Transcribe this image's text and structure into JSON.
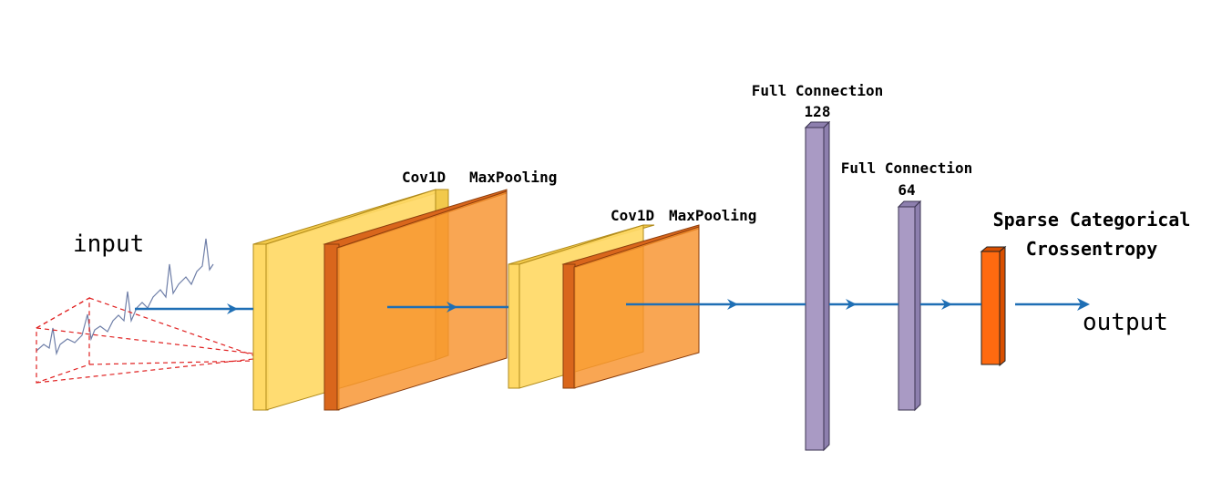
{
  "labels": {
    "input": "input",
    "conv1": "Cov1D",
    "pool1": "MaxPooling",
    "conv2": "Cov1D",
    "pool2": "MaxPooling",
    "fc1_title": "Full Connection",
    "fc1_units": "128",
    "fc2_title": "Full Connection",
    "fc2_units": "64",
    "loss_line1": "Sparse Categorical",
    "loss_line2": "Crossentropy",
    "output": "output"
  },
  "colors": {
    "conv_face": "#ffd966",
    "conv_side": "#f2c94c",
    "pool_face": "#f8922d",
    "pool_side": "#d9661c",
    "dense_face": "#a99ac4",
    "dense_side": "#8d7fae",
    "softmax_face": "#ff6a10",
    "softmax_side": "#d94f00",
    "arrow": "#1f6fb5",
    "frustum": "#e02020",
    "signal": "#6f7fa8"
  }
}
